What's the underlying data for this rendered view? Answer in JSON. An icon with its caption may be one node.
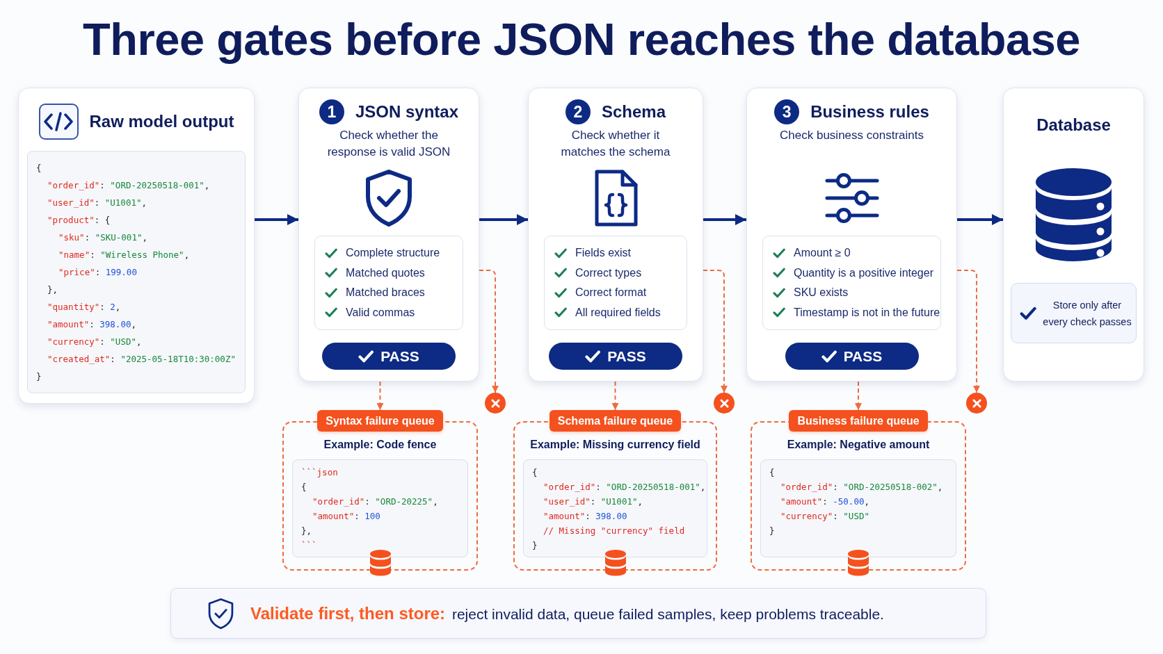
{
  "diagram": {
    "title": "Three gates before JSON reaches the database",
    "nodes": [
      {
        "text": [
          "Raw model output"
        ]
      },
      {
        "text": [
          "{",
          "\"order_id\": \"ORD-20250518-001\",",
          "\"user_id\": \"U1001\",",
          "\"product\": {",
          "\"sku\": \"SKU-001\",",
          "\"name\": \"Wireless Phone\",",
          "\"price\": 199.00",
          "},",
          "\"quantity\": 2,",
          "\"amount\": 398.00,",
          "\"currency\": \"USD\",",
          "\"created_at\": \"2025-05-18T10:30:00Z\"",
          "}"
        ],
        "in": 0
      },
      {
        "text": [
          "1",
          "JSON syntax",
          "Check whether the response is valid JSON"
        ]
      },
      {
        "text": [
          "Complete structure",
          "Matched quotes",
          "Matched braces",
          "Valid commas"
        ],
        "in": 2
      },
      {
        "text": [
          "PASS"
        ],
        "in": 2
      },
      {
        "text": [
          "2",
          "Schema",
          "Check whether it matches the schema"
        ]
      },
      {
        "text": [
          "Fields exist",
          "Correct types",
          "Correct format",
          "All required fields"
        ],
        "in": 5
      },
      {
        "text": [
          "PASS"
        ],
        "in": 5
      },
      {
        "text": [
          "3",
          "Business rules",
          "Check business constraints"
        ]
      },
      {
        "text": [
          "Amount ≥ 0",
          "Quantity is a positive integer",
          "SKU exists",
          "Timestamp is not in the future"
        ],
        "in": 8
      },
      {
        "text": [
          "PASS"
        ],
        "in": 8
      },
      {
        "text": [
          "Database"
        ]
      },
      {
        "text": [
          "Store only after every check passes"
        ],
        "in": 11
      },
      {
        "text": [],
        "shape": "circle"
      },
      {
        "text": [
          "Syntax failure queue",
          "Example: Code fence"
        ]
      },
      {
        "text": [
          "```json",
          "{",
          "\"order_id\": \"ORD-20225\",",
          "\"amount\": 100",
          "},",
          "```"
        ],
        "in": 14
      },
      {
        "text": [],
        "shape": "circle"
      },
      {
        "text": [
          "Schema failure queue",
          "Example: Missing currency field"
        ]
      },
      {
        "text": [
          "{",
          "\"order_id\": \"ORD-20250518-001\",",
          "\"user_id\": \"U1001\",",
          "\"amount\": 398.00",
          "// Missing \"currency\" field",
          "}"
        ],
        "in": 17
      },
      {
        "text": [],
        "shape": "circle"
      },
      {
        "text": [
          "Business failure queue",
          "Example: Negative amount"
        ]
      },
      {
        "text": [
          "{",
          "\"order_id\": \"ORD-20250518-002\",",
          "\"amount\": -50.00,",
          "\"currency\": \"USD\"",
          "}"
        ],
        "in": 20
      },
      {
        "text": [
          "**Validate first, then store:** reject invalid data, queue failed samples, keep problems traceable."
        ]
      }
    ],
    "edges": [
      {
        "from": 0,
        "to": 2,
        "arrow": "to",
        "color": "#0d2a84"
      },
      {
        "from": 2,
        "to": 5,
        "arrow": "to",
        "color": "#0d2a84"
      },
      {
        "from": 5,
        "to": 8,
        "arrow": "to",
        "color": "#0d2a84"
      },
      {
        "from": 8,
        "to": 11,
        "arrow": "to",
        "color": "#0d2a84"
      },
      {
        "from": 2,
        "to": 14,
        "arrow": "to",
        "style": "dashed"
      },
      {
        "from": 2,
        "to": 13,
        "arrow": "to",
        "style": "dashed"
      },
      {
        "from": 5,
        "to": 17,
        "arrow": "to",
        "style": "dashed"
      },
      {
        "from": 5,
        "to": 16,
        "arrow": "to",
        "style": "dashed"
      },
      {
        "from": 8,
        "to": 20,
        "arrow": "to",
        "style": "dashed"
      },
      {
        "from": 8,
        "to": 19,
        "arrow": "to",
        "style": "dashed"
      }
    ]
  }
}
